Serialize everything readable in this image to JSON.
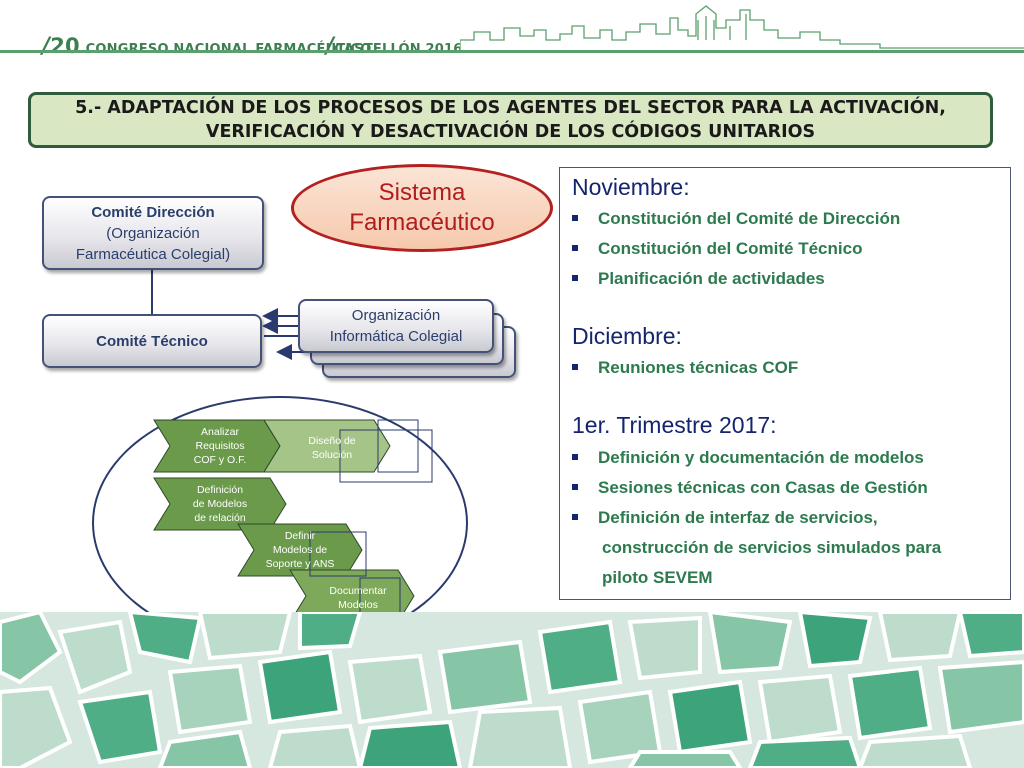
{
  "header": {
    "slash1": "/",
    "number": "20",
    "event_name": "CONGRESO NACIONAL FARMACÉUTICO",
    "slash2": "/",
    "city": "CASTELLÓN 2016"
  },
  "title": {
    "line1": "5.- ADAPTACIÓN DE LOS PROCESOS DE LOS AGENTES DEL SECTOR PARA LA ACTIVACIÓN,",
    "line2": "VERIFICACIÓN Y DESACTIVACIÓN DE LOS CÓDIGOS UNITARIOS"
  },
  "sistema": {
    "line1": "Sistema",
    "line2": "Farmacéutico"
  },
  "diagram": {
    "comite_direccion": {
      "line1": "Comité Dirección",
      "line2": "(Organización",
      "line3": "Farmacéutica Colegial)"
    },
    "comite_tecnico": "Comité Técnico",
    "organizacion": {
      "line1": "Organización",
      "line2": "Informática Colegial"
    }
  },
  "process": {
    "steps": [
      {
        "lines": [
          "Analizar",
          "Requisitos",
          "COF y O.F."
        ]
      },
      {
        "lines": [
          "Diseño de",
          "Solución"
        ]
      },
      {
        "lines": [
          "Definición",
          "de Modelos",
          "de relación"
        ]
      },
      {
        "lines": [
          "Definir",
          "Modelos de",
          "Soporte y ANS"
        ]
      },
      {
        "lines": [
          "Documentar",
          "Modelos"
        ]
      }
    ]
  },
  "panel": {
    "sections": [
      {
        "heading": "Noviembre:",
        "items": [
          "Constitución del Comité de Dirección",
          "Constitución del Comité Técnico",
          "Planificación de actividades"
        ]
      },
      {
        "heading": "Diciembre:",
        "items": [
          "Reuniones técnicas COF"
        ]
      },
      {
        "heading": "1er. Trimestre 2017:",
        "items": [
          "Definición y documentación de modelos",
          "Sesiones técnicas con Casas de Gestión",
          "Definición de interfaz de servicios,"
        ],
        "continuation": [
          "construcción de servicios simulados para",
          "piloto SEVEM"
        ]
      }
    ]
  },
  "colors": {
    "brand_green": "#3e7f52",
    "title_bg": "#d9e7c3",
    "accent_red": "#b01d1d",
    "navy": "#14246e",
    "bullet_green": "#2d7a4f",
    "chevron_green": "#6a9a4a"
  }
}
